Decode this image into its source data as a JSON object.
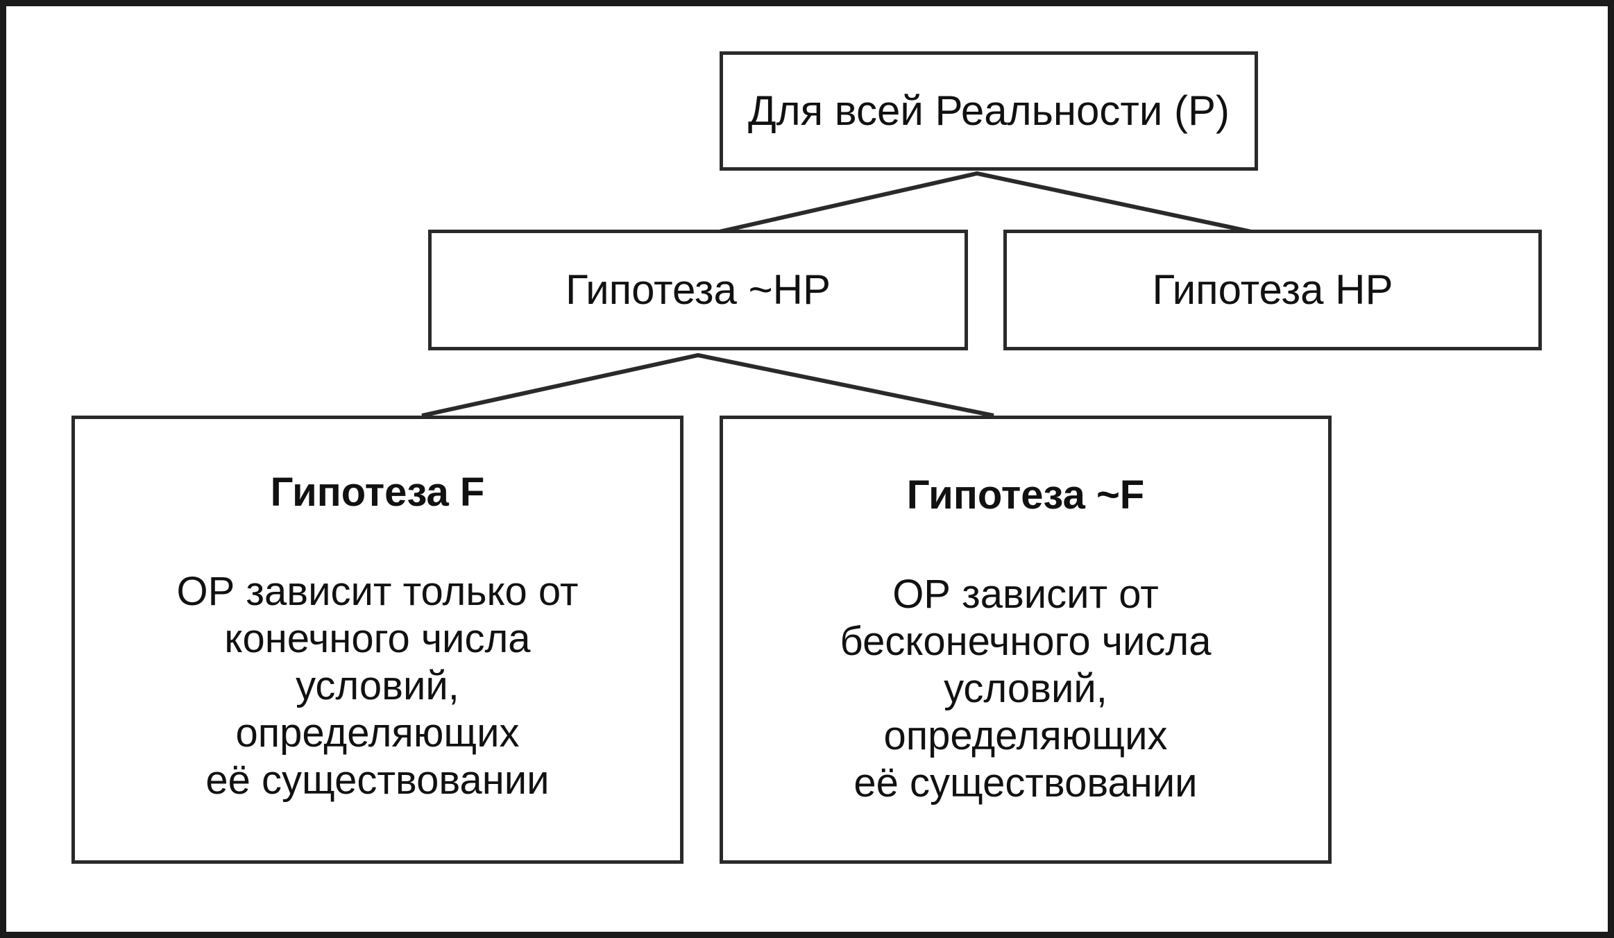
{
  "diagram": {
    "root": {
      "label": "Для всей Реальности (Р)"
    },
    "level2": [
      {
        "label": "Гипотеза ~HP"
      },
      {
        "label": "Гипотеза HP"
      }
    ],
    "level3": [
      {
        "title": "Гипотеза F",
        "body": "ОР зависит только от\nконечного числа\nусловий,\nопределяющих\nеё существовании"
      },
      {
        "title": "Гипотеза ~F",
        "body": "ОР зависит от\nбесконечного числа\nусловий,\nопределяющих\nеё существовании"
      }
    ]
  },
  "colors": {
    "line": "#2a2a2a",
    "background": "#ffffff",
    "text": "#111111"
  }
}
